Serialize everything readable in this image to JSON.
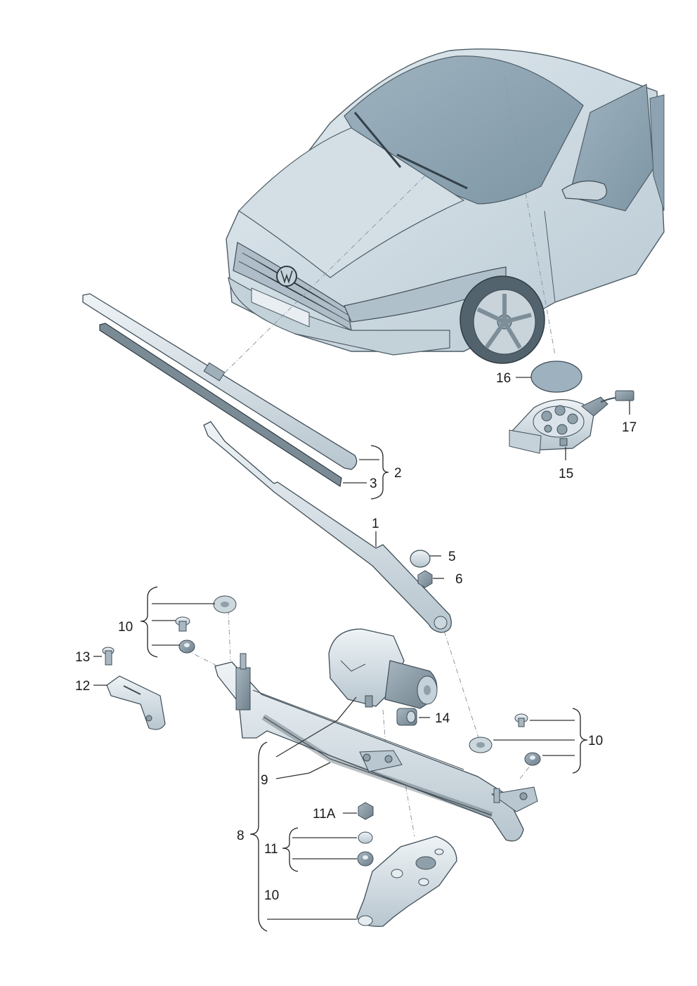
{
  "diagram": {
    "callouts": {
      "c1": "1",
      "c2": "2",
      "c3": "3",
      "c5": "5",
      "c6": "6",
      "c8": "8",
      "c9": "9",
      "c10a": "10",
      "c10b": "10",
      "c10c": "10",
      "c11": "11",
      "c11a": "11A",
      "c12": "12",
      "c13": "13",
      "c14": "14",
      "c15": "15",
      "c16": "16",
      "c17": "17"
    }
  }
}
